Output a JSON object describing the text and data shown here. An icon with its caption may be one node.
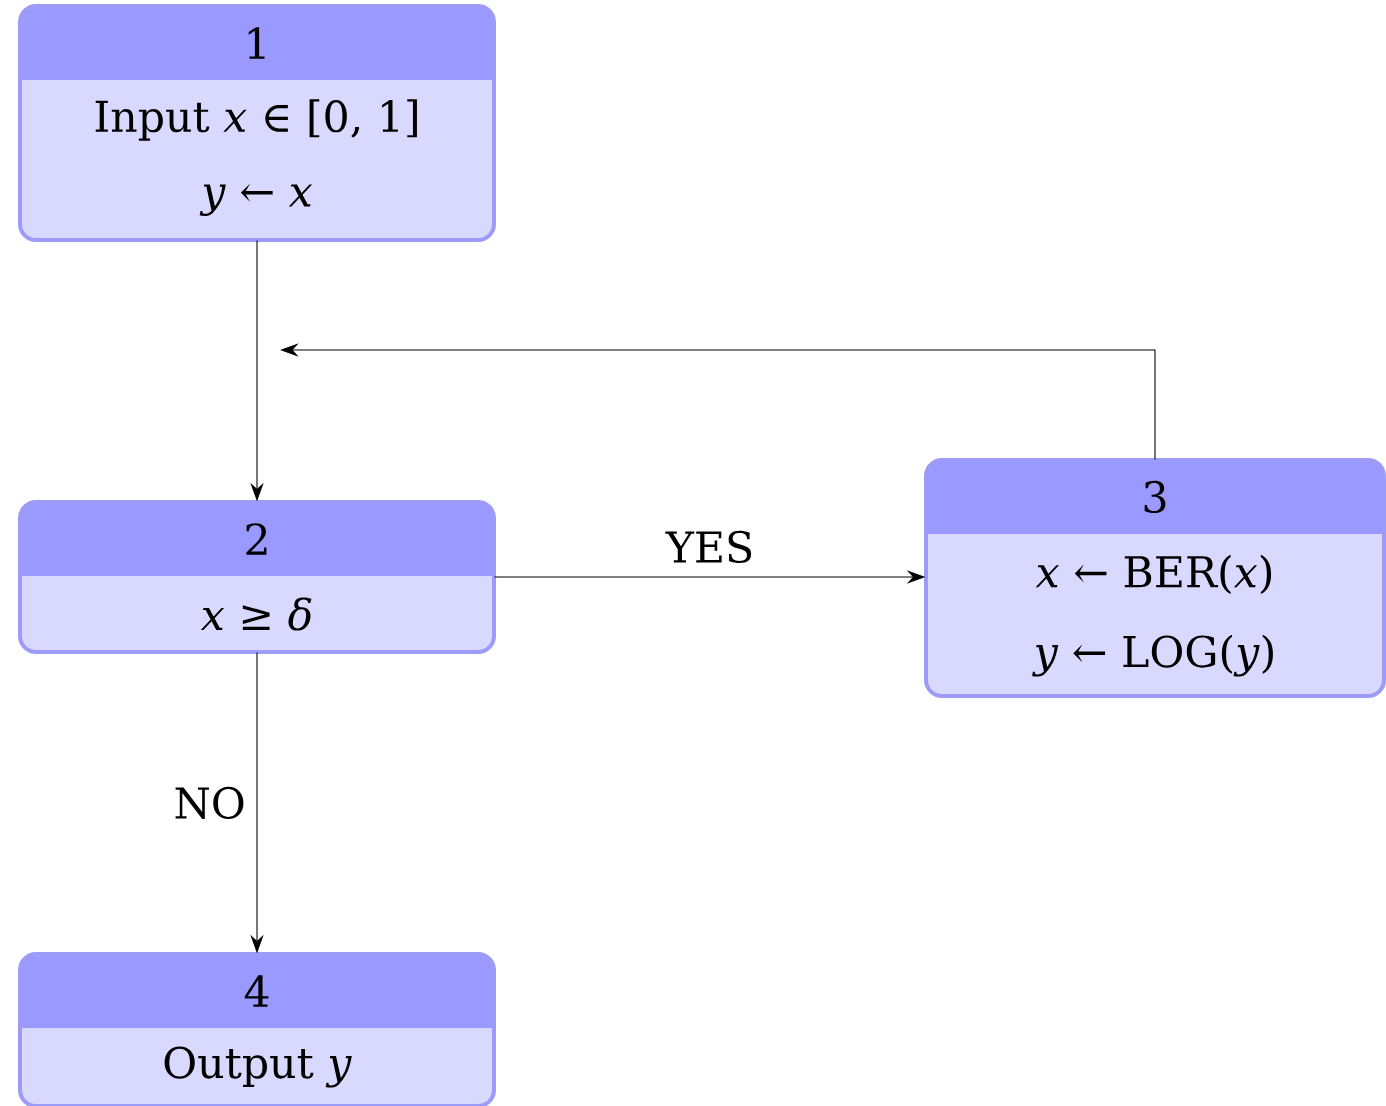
{
  "diagram": {
    "nodes": [
      {
        "text": [
          "1",
          "Input *x* ∈ [0, 1]",
          "*y* ← *x*"
        ]
      },
      {
        "text": [
          "2",
          "*x* ≥ *δ*"
        ]
      },
      {
        "text": [
          "3",
          "*x* ← BER(*x*)",
          "*y* ← LOG(*y*)"
        ]
      },
      {
        "text": [
          "4",
          "Output *y*"
        ]
      }
    ],
    "edges": [
      {
        "from": 0,
        "to": 1,
        "arrow": "to"
      },
      {
        "from": 1,
        "to": 2,
        "arrow": "to",
        "label": "YES"
      },
      {
        "from": 1,
        "to": 3,
        "arrow": "to",
        "label": "NO"
      },
      {
        "from": 2,
        "to": null,
        "arrow": "to"
      }
    ]
  }
}
